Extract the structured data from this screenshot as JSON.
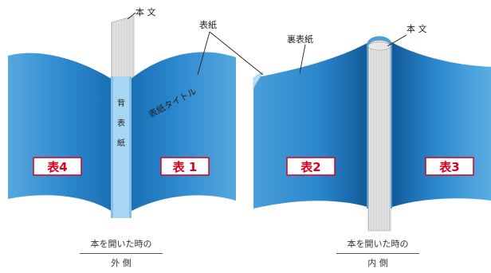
{
  "labels": {
    "body_text": "本 文",
    "cover": "表紙",
    "back_cover_inner": "裏表紙",
    "cover_title": "表紙タイトル",
    "spine": [
      "背",
      "表",
      "紙"
    ]
  },
  "panels": {
    "h4": "表4",
    "h1": "表 1",
    "h2": "表2",
    "h3": "表3"
  },
  "captions": {
    "left_top": "本を開いた時の",
    "left_bottom": "外 側",
    "right_top": "本を開いた時の",
    "right_bottom": "内 側"
  },
  "colors": {
    "cover_blue": "#2a86cc",
    "cover_dark": "#135e9e",
    "spine_light": "#a7d6f2",
    "panel_border": "#d8001f",
    "panel_text": "#d8001f"
  }
}
